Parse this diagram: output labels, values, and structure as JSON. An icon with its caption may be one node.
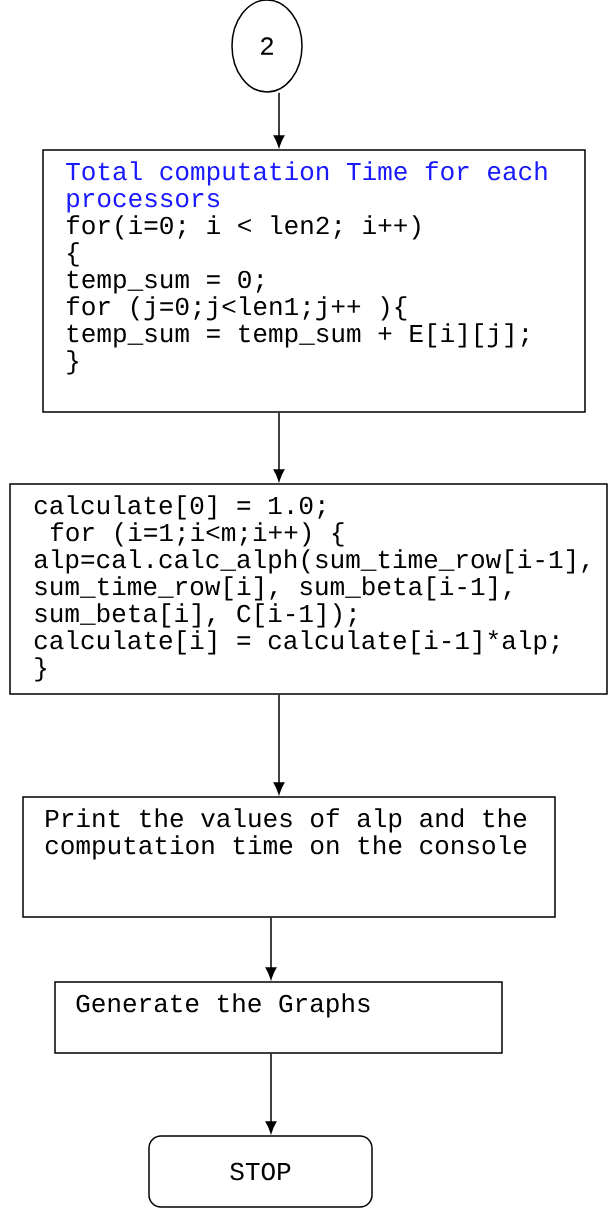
{
  "diagram": {
    "nodes": [
      {
        "text": [
          "2"
        ]
      },
      {
        "text": [
          "Total computation Time for each processors",
          "for(i=0; i < len2; i++)",
          "{",
          "temp_sum = 0;",
          "for (j=0;j<len1;j++ ){",
          "temp_sum = temp_sum + E[i][j];",
          "}"
        ]
      },
      {
        "text": [
          "calculate[0] = 1.0;",
          "for (i=1;i<m;i++) {",
          "alp=cal.calc_alph(sum_time_row[i-1], sum_time_row[i], sum_beta[i-1], sum_beta[i], C[i-1]);",
          "calculate[i] = calculate[i-1]*alp;",
          "}"
        ]
      },
      {
        "text": [
          "Print the values of alp and the computation time on the console"
        ]
      },
      {
        "text": [
          "Generate the Graphs"
        ]
      },
      {
        "text": [
          "STOP"
        ]
      }
    ],
    "edges": [
      {
        "from": 0,
        "to": 1,
        "arrow": "to"
      },
      {
        "from": 1,
        "to": 2,
        "arrow": "to"
      },
      {
        "from": 2,
        "to": 3,
        "arrow": "to"
      },
      {
        "from": 3,
        "to": 4,
        "arrow": "to"
      },
      {
        "from": 4,
        "to": 5,
        "arrow": "to"
      }
    ]
  }
}
